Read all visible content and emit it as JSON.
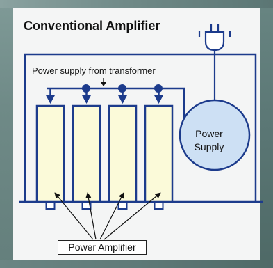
{
  "title": "Conventional Amplifier",
  "supply_label": "Power supply from transformer",
  "power_supply": {
    "line1": "Power",
    "line2": "Supply"
  },
  "amplifier_label": "Power Amplifier",
  "amplifier_count": 4,
  "colors": {
    "line": "#1c3b8c",
    "amp_fill": "#fbfad9",
    "supply_fill": "#cde0f4",
    "panel": "#f4f5f5"
  },
  "icons": [
    "power-plug-icon",
    "arrow-down-icon"
  ]
}
